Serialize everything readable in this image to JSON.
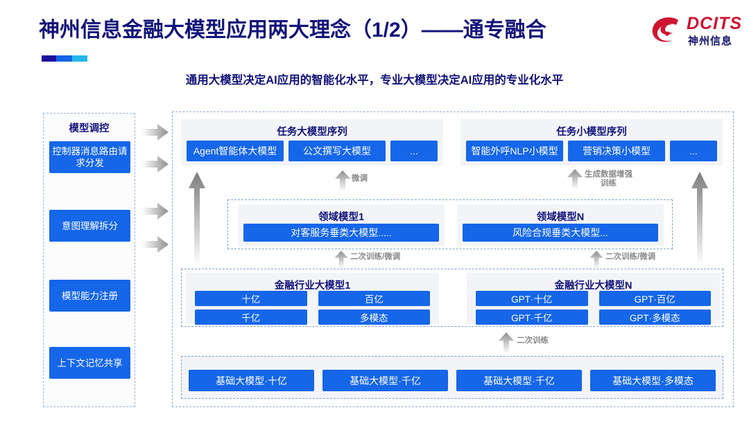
{
  "header": {
    "title": "神州信息金融大模型应用两大理念（1/2）——通专融合",
    "subtitle": "通用大模型决定AI应用的智能化水平，专业大模型决定AI应用的专业化水平",
    "logo": {
      "brand": "DCITS",
      "sub": "神州信息",
      "icon": "dcits-swirl-icon"
    },
    "accent_colors": [
      "#1d0f9c",
      "#1164e8",
      "#25b7ea"
    ]
  },
  "colors": {
    "title_navy": "#12137a",
    "box_blue": "#1566e8",
    "panel_gray": "#f3f4f7",
    "dashed_border": "#8fa8d6",
    "arrow_gray": "#9a9a9a",
    "logo_red": "#cf1430"
  },
  "control_panel": {
    "title": "模型调控",
    "items": [
      "控制器消息路由请求分发",
      "意图理解拆分",
      "模型能力注册",
      "上下文记忆共享"
    ]
  },
  "flow_arrows_right": [
    "arrow-right-icon",
    "arrow-right-icon",
    "arrow-right-icon",
    "arrow-right-icon"
  ],
  "diagram": {
    "task_large": {
      "title": "任务大模型序列",
      "boxes": [
        "Agent智能体大模型",
        "公文撰写大模型",
        "..."
      ]
    },
    "task_small": {
      "title": "任务小模型序列",
      "boxes": [
        "智能外呼NLP小模型",
        "营销决策小模型",
        "..."
      ]
    },
    "domain_1": {
      "title": "领域模型1",
      "box": "对客服务垂类大模型....."
    },
    "domain_n": {
      "title": "领域模型N",
      "box": "风险合规垂类大模型..."
    },
    "industry_1": {
      "title": "金融行业大模型1",
      "boxes": [
        "十亿",
        "百亿",
        "千亿",
        "多模态"
      ]
    },
    "industry_n": {
      "title": "金融行业大模型N",
      "boxes": [
        "GPT·十亿",
        "GPT·百亿",
        "GPT·千亿",
        "GPT·多模态"
      ]
    },
    "base_models": [
      "基础大模型·十亿",
      "基础大模型·千亿",
      "基础大模型·千亿",
      "基础大模型·多模态"
    ],
    "arrow_labels": {
      "fine_tune": "微调",
      "data_augment": "生成数据增强\n训练",
      "second_train_fine_left": "二次训练/微调",
      "second_train_fine_right": "二次训练/微调",
      "second_train": "二次训练"
    }
  }
}
